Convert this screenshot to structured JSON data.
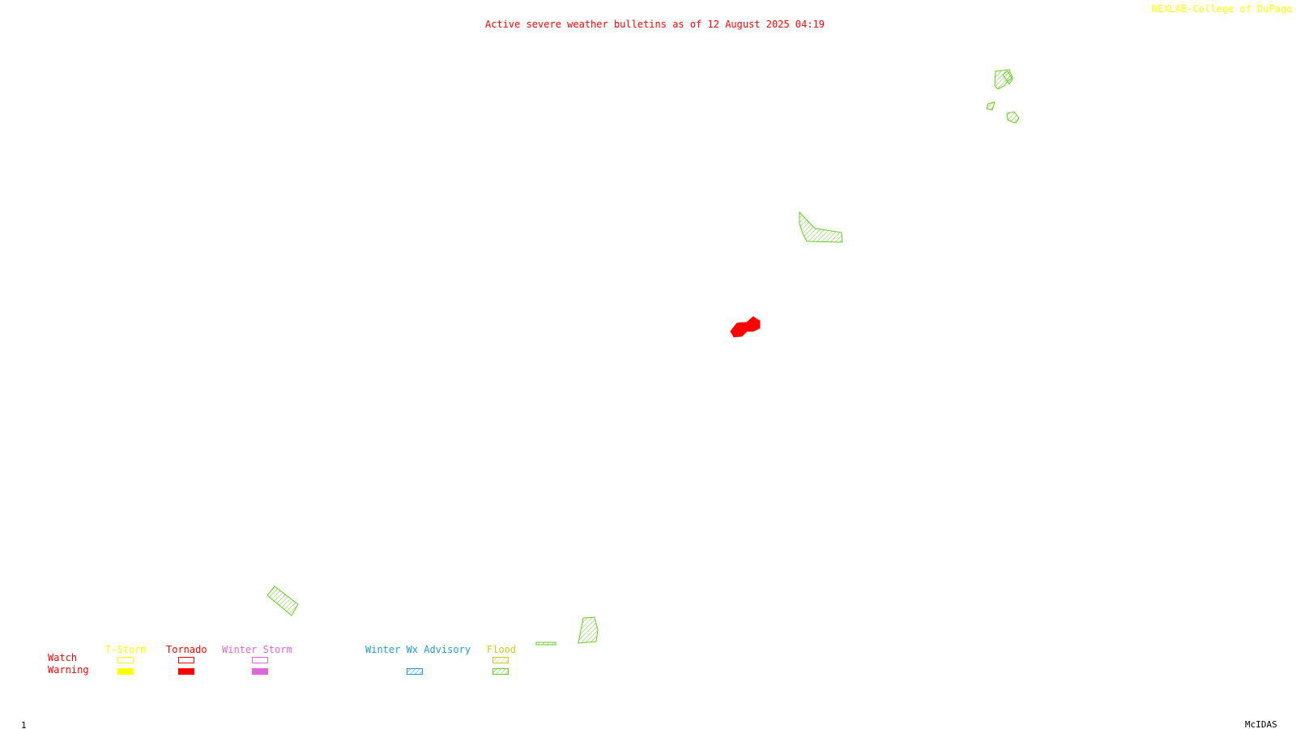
{
  "header": {
    "title": "Active severe weather bulletins as of 12 August 2025 04:19",
    "credit": "NEXLAB-College of DuPage R"
  },
  "colors": {
    "title": "#ff0000",
    "credit": "#ffff00",
    "tstorm": "#ffff00",
    "tornado": "#ff0000",
    "winter_storm": "#dd66dd",
    "winter_wx_advisory": "#2299dd",
    "flood": "#66cc22",
    "flood_legend": "#cccc22"
  },
  "legend": {
    "row_labels": {
      "watch": "Watch",
      "warning": "Warning"
    },
    "categories": [
      {
        "label": "T-Storm",
        "watch_style": "outline",
        "warning_style": "solid",
        "color": "#ffff00"
      },
      {
        "label": "Tornado",
        "watch_style": "outline",
        "warning_style": "solid",
        "color": "#ff0000"
      },
      {
        "label": "Winter Storm",
        "watch_style": "outline",
        "warning_style": "solid",
        "color": "#dd66dd"
      },
      {
        "label": "Winter Wx Advisory",
        "watch_style": "none",
        "warning_style": "hatched",
        "color": "#2299dd"
      },
      {
        "label": "Flood",
        "watch_style": "hatched",
        "warning_style": "hatched",
        "color": "#cccc22"
      }
    ]
  },
  "alerts": [
    {
      "id": "flood-warning-northeast-1",
      "type": "flood-warning"
    },
    {
      "id": "flood-warning-northeast-2",
      "type": "flood-warning"
    },
    {
      "id": "flood-warning-northeast-3",
      "type": "flood-warning"
    },
    {
      "id": "flood-warning-northeast-4",
      "type": "flood-warning"
    },
    {
      "id": "flood-warning-midwest",
      "type": "flood-warning"
    },
    {
      "id": "tornado-warning-central",
      "type": "tornado-warning"
    },
    {
      "id": "flood-warning-southwest",
      "type": "flood-warning"
    },
    {
      "id": "flood-warning-south-1",
      "type": "flood-warning"
    },
    {
      "id": "flood-warning-south-2",
      "type": "flood-warning"
    }
  ],
  "footer": {
    "frame_number": "1",
    "software": "McIDAS"
  }
}
